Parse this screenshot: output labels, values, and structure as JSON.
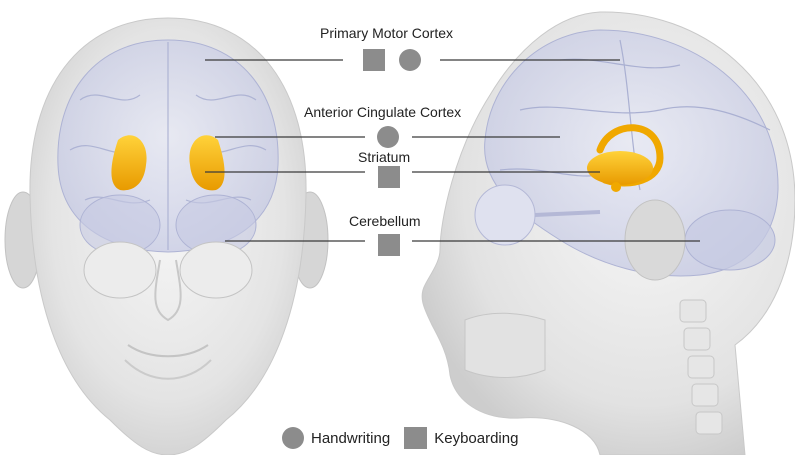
{
  "labels": {
    "motor": "Primary Motor Cortex",
    "acc": "Anterior Cingulate Cortex",
    "striatum": "Striatum",
    "cerebellum": "Cerebellum"
  },
  "legend": {
    "handwriting": "Handwriting",
    "keyboarding": "Keyboarding"
  },
  "region_markers": {
    "motor": [
      "keyboarding",
      "handwriting"
    ],
    "acc": [
      "handwriting"
    ],
    "striatum": [
      "keyboarding"
    ],
    "cerebellum": [
      "keyboarding"
    ]
  },
  "colors": {
    "marker": "#8c8c8c",
    "highlight": "#f5b800",
    "skin": "#e6e6e6",
    "brain": "#c9cde6"
  }
}
